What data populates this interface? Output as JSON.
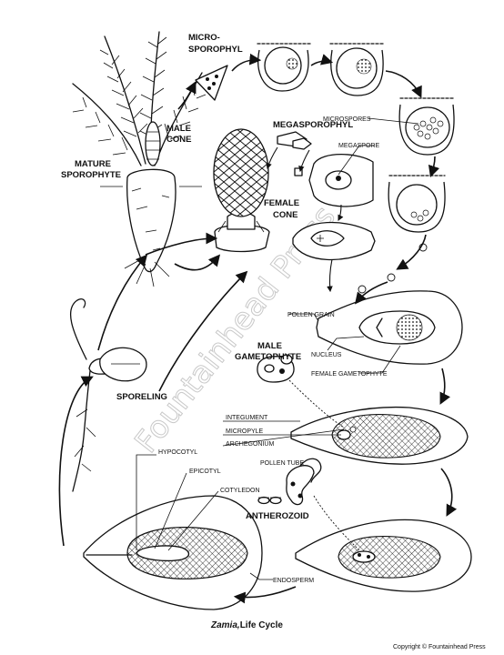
{
  "labels": {
    "micro_sporophyll": "MICRO-",
    "micro_sporophyll_2": "SPOROPHYL",
    "male_cone_1": "MALE",
    "male_cone_2": "CONE",
    "mature_sporophyte_1": "MATURE",
    "mature_sporophyte_2": "SPOROPHYTE",
    "megasporophyll": "MEGASPOROPHYL",
    "megaspore": "MEGASPORE",
    "microspores": "MICROSPORES",
    "female_cone_1": "FEMALE",
    "female_cone_2": "CONE",
    "pollen_grain": "POLLEN GRAIN",
    "male_gametophyte_1": "MALE",
    "male_gametophyte_2": "GAMETOPHYTE",
    "nucleus": "NUCLEUS",
    "female_gametophyte": "FEMALE GAMETOPHYTE",
    "sporeling": "SPORELING",
    "integument": "INTEGUMENT",
    "micropyle": "MICROPYLE",
    "archegonium": "ARCHEGONIUM",
    "hypocotyl": "HYPOCOTYL",
    "pollen_tube": "POLLEN TUBE",
    "epicotyl": "EPICOTYL",
    "cotyledon": "COTYLEDON",
    "antherozoid": "ANTHEROZOID",
    "endosperm": "ENDOSPERM"
  },
  "title_italic": "Zamia,",
  "title_rest": "Life Cycle",
  "copyright": "Copyright © Fountainhead Press",
  "watermark": "Fountainhead Press"
}
